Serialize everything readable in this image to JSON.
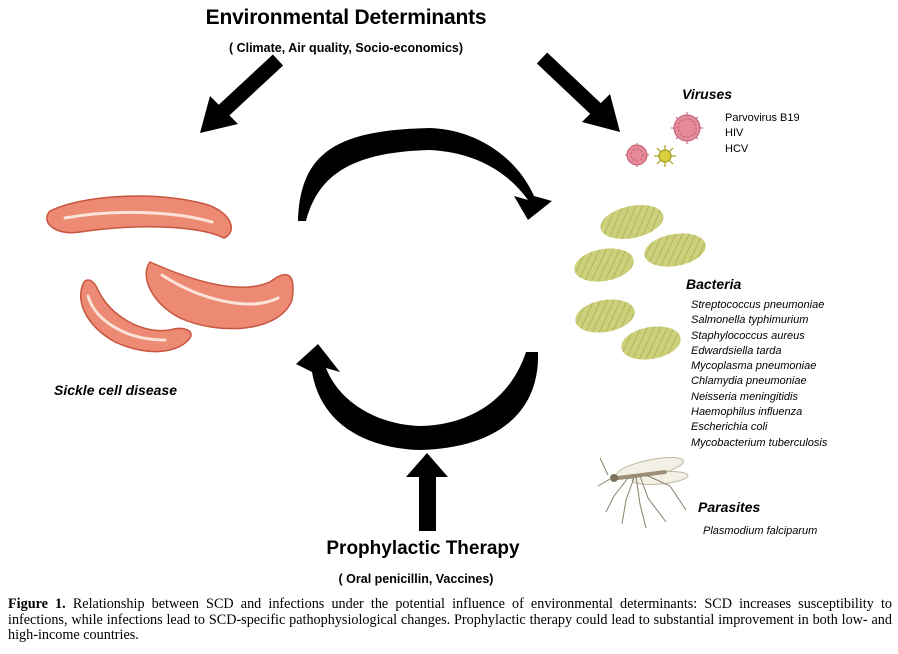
{
  "environment": {
    "title": "Environmental Determinants",
    "subtitle": "( Climate, Air quality, Socio-economics)"
  },
  "sickle": {
    "label": "Sickle cell disease"
  },
  "viruses": {
    "title": "Viruses",
    "items": [
      "Parvovirus B19",
      "HIV",
      "HCV"
    ]
  },
  "bacteria": {
    "title": "Bacteria",
    "items": [
      "Streptococcus pneumoniae",
      "Salmonella typhimurium",
      "Staphylococcus aureus",
      "Edwardsiella tarda",
      "Mycoplasma pneumoniae",
      "Chlamydia pneumoniae",
      "Neisseria meningitidis",
      "Haemophilus influenza",
      "Escherichia coli",
      "Mycobacterium tuberculosis"
    ]
  },
  "parasites": {
    "title": "Parasites",
    "items": [
      "Plasmodium falciparum"
    ]
  },
  "prophylaxis": {
    "title": "Prophylactic Therapy",
    "subtitle": "( Oral penicillin, Vaccines)"
  },
  "caption": {
    "label": "Figure 1.",
    "text": "Relationship between SCD and infections under the potential influence of environmental determinants: SCD increases susceptibility to infections, while infections lead to SCD-specific pathophysiological changes. Prophylactic therapy could lead to substantial improvement in both low- and high-income countries."
  },
  "colors": {
    "arrow": "#000000",
    "cell_fill": "#ec8a74",
    "cell_edge": "#c8553f",
    "cell_highlight": "#fbe3d9",
    "bacteria": "#cdd07a",
    "virus_pink": "#e48a9a",
    "virus_yellow": "#d8cf3a"
  },
  "icons": [
    "sickle-cell-icon",
    "virus-icon",
    "bacterium-icon",
    "mosquito-icon"
  ]
}
